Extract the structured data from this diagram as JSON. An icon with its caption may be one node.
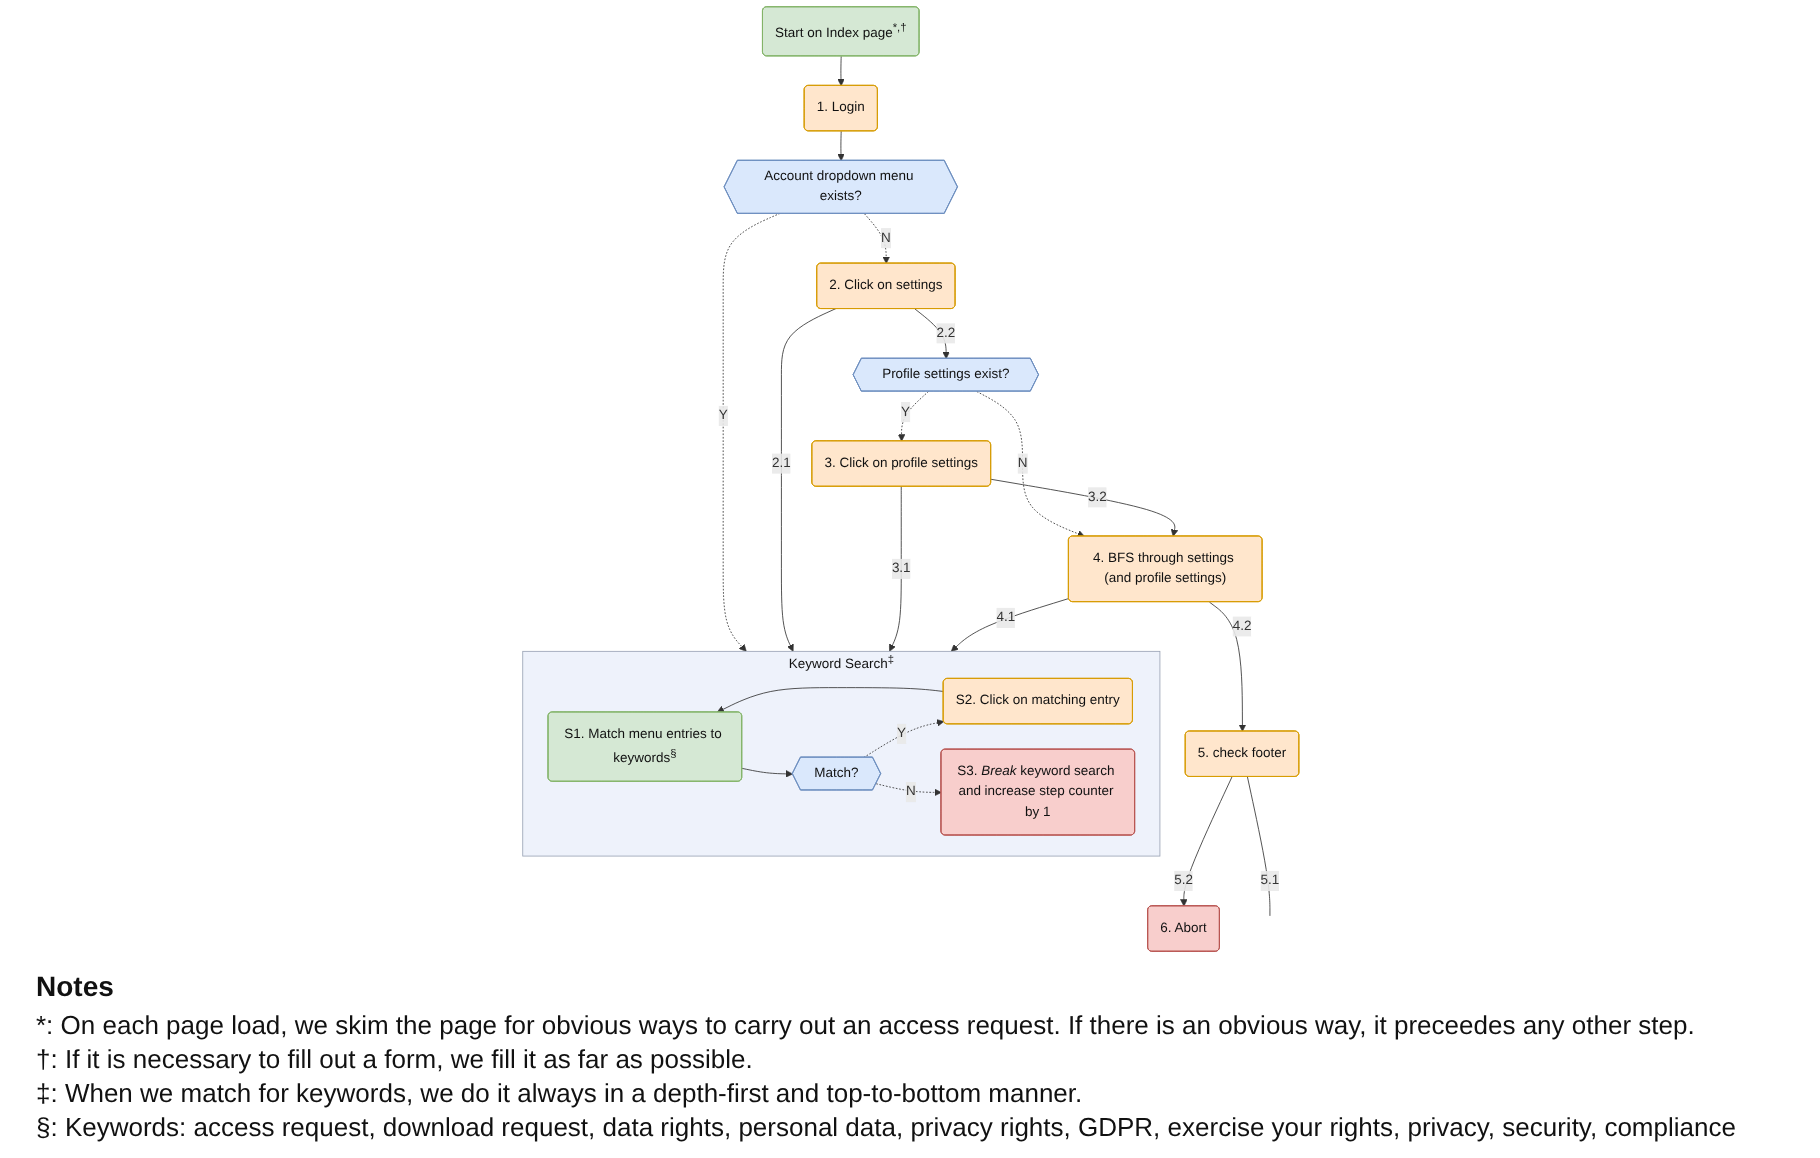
{
  "diagram": {
    "nodes": [
      {
        "text": [
          "Start on Index page$^{*,†}$"
        ]
      },
      {
        "text": [
          "1. Login"
        ]
      },
      {
        "text": [
          "Account dropdown menu exists?"
        ]
      },
      {
        "text": [
          "2. Click on settings"
        ]
      },
      {
        "text": [
          "Keyword Search$^{‡}$"
        ]
      },
      {
        "text": [
          "S1. Match menu entries to keywords$^{§}$"
        ],
        "in": 4
      },
      {
        "text": [
          "Match?"
        ],
        "in": 4
      },
      {
        "text": [
          "S2. Click on matching entry"
        ],
        "in": 4
      },
      {
        "text": [
          "S3. *Break* keyword search and increase step counter by 1"
        ],
        "in": 4
      },
      {
        "text": [
          "Profile settings exist?"
        ]
      },
      {
        "text": [
          "3. Click on profile settings"
        ]
      },
      {
        "text": [
          "6. Abort"
        ]
      },
      {
        "text": [
          "5. check footer"
        ]
      },
      {
        "text": [
          "4. BFS through settings (and profile settings)"
        ]
      }
    ],
    "edges": [
      {
        "from": 0,
        "to": 1,
        "arrow": "to"
      },
      {
        "from": 1,
        "to": 2,
        "arrow": "to"
      },
      {
        "from": 2,
        "to": 3,
        "arrow": "to",
        "label": "N",
        "style": "dashed"
      },
      {
        "from": 2,
        "to": 4,
        "arrow": "to",
        "label": "Y",
        "style": "dashed"
      },
      {
        "from": 5,
        "to": 6,
        "arrow": "to"
      },
      {
        "from": 6,
        "to": 7,
        "arrow": "to",
        "label": "Y",
        "style": "dashed"
      },
      {
        "from": 6,
        "to": 8,
        "arrow": "to",
        "label": "N",
        "style": "dashed"
      },
      {
        "from": 7,
        "to": 5,
        "arrow": "to"
      },
      {
        "from": 3,
        "to": 4,
        "arrow": "to",
        "label": "2.1"
      },
      {
        "from": 3,
        "to": 9,
        "arrow": "to",
        "label": "2.2"
      },
      {
        "from": 9,
        "to": 10,
        "arrow": "to",
        "label": "Y",
        "style": "dashed"
      },
      {
        "from": 9,
        "to": 13,
        "arrow": "to",
        "label": "N",
        "style": "dashed"
      },
      {
        "from": 10,
        "to": 4,
        "arrow": "to",
        "label": "3.1"
      },
      {
        "from": 10,
        "to": 13,
        "arrow": "to",
        "label": "3.2"
      },
      {
        "from": 13,
        "to": 4,
        "arrow": "to",
        "label": "4.1"
      },
      {
        "from": 13,
        "to": 12,
        "arrow": "to",
        "label": "4.2"
      },
      {
        "from": 12,
        "to": 11,
        "arrow": "to",
        "label": "5.2"
      },
      {
        "from": 12,
        "to": null,
        "arrow": "none",
        "label": "5.1"
      }
    ],
    "labels": [
      "Notes",
      "*: On each page load, we skim the page for obvious ways to carry out an access request. If there is an obvious way, it preceedes any other step.",
      "†: If it is necessary to fill out a form, we fill it as far as possible.",
      "‡: When we match for keywords, we do it always in a depth-first and top-to-bottom manner.",
      "§: Keywords: access request, download request, data rights, personal data, privacy rights, GDPR, exercise your rights, privacy, security, compliance"
    ]
  }
}
